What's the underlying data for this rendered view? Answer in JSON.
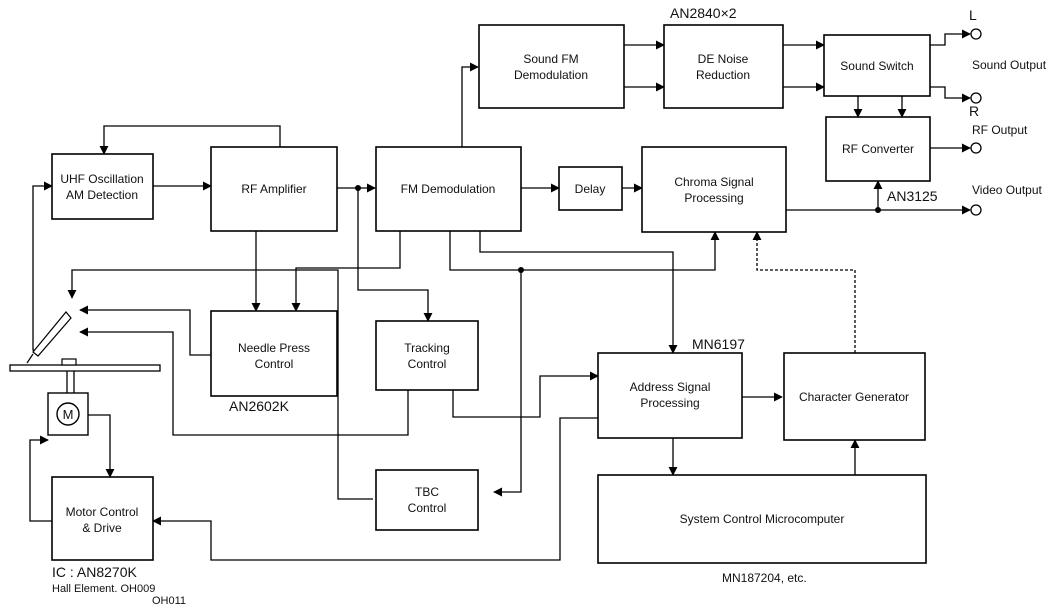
{
  "blocks": {
    "sound_fm": [
      "Sound FM",
      "Demodulation"
    ],
    "de_noise": [
      "DE Noise",
      "Reduction"
    ],
    "sound_switch": [
      "Sound Switch"
    ],
    "uhf": [
      "UHF Oscillation",
      "AM Detection"
    ],
    "rf_amp": [
      "RF Amplifier"
    ],
    "fm_demod": [
      "FM Demodulation"
    ],
    "delay": [
      "Delay"
    ],
    "chroma": [
      "Chroma Signal",
      "Processing"
    ],
    "rf_conv": [
      "RF Converter"
    ],
    "needle": [
      "Needle Press",
      "Control"
    ],
    "tracking": [
      "Tracking",
      "Control"
    ],
    "address": [
      "Address Signal",
      "Processing"
    ],
    "chargen": [
      "Character Generator"
    ],
    "motor": [
      "Motor Control",
      "& Drive"
    ],
    "tbc": [
      "TBC",
      "Control"
    ],
    "syscon": [
      "System Control Microcomputer"
    ]
  },
  "chips": {
    "an2840": "AN2840×2",
    "an3125": "AN3125",
    "an2602k": "AN2602K",
    "mn6197": "MN6197",
    "mn187204": "MN187204, etc.",
    "ic_an8270k": "IC : AN8270K",
    "hall1": "Hall Element. OH009",
    "hall2": "OH011"
  },
  "outputs": {
    "L": "L",
    "R": "R",
    "sound": "Sound Output",
    "rf": "RF Output",
    "video": "Video Output"
  },
  "motor_symbol": "M"
}
